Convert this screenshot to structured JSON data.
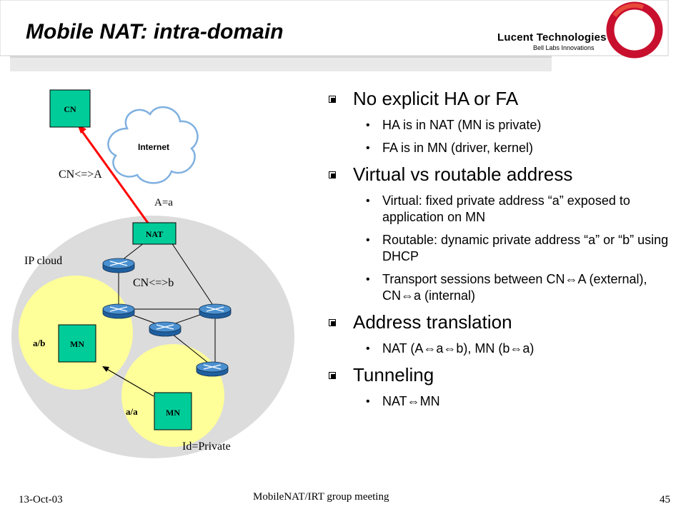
{
  "title": "Mobile NAT: intra-domain",
  "logo": {
    "company": "Lucent Technologies",
    "tagline": "Bell Labs Innovations"
  },
  "diagram": {
    "cn": "CN",
    "internet": "Internet",
    "cn_a": "CN<=>A",
    "a_eq_a": "A=a",
    "nat": "NAT",
    "ip_cloud": "IP cloud",
    "cn_b": "CN<=>b",
    "mn1": "MN",
    "mn1_addr": "a/b",
    "mn2": "MN",
    "mn2_addr": "a/a",
    "id_private": "Id=Private"
  },
  "bullets": [
    {
      "text": "No explicit HA or FA",
      "sub": [
        "HA is in NAT (MN is private)",
        "FA is in MN (driver, kernel)"
      ]
    },
    {
      "text": "Virtual vs routable address",
      "sub": [
        "Virtual: fixed private address “a” exposed to application on MN",
        "Routable: dynamic private address “a” or “b” using DHCP",
        "Transport sessions between CN⇔A (external), CN⇔a (internal)"
      ]
    },
    {
      "text": "Address translation",
      "sub": [
        "NAT (A⇔a⇔b), MN (b⇔a)"
      ]
    },
    {
      "text": "Tunneling",
      "sub": [
        "NAT⇔MN"
      ]
    }
  ],
  "footer": {
    "date": "13-Oct-03",
    "center": "MobileNAT/IRT group meeting",
    "page": "45"
  }
}
